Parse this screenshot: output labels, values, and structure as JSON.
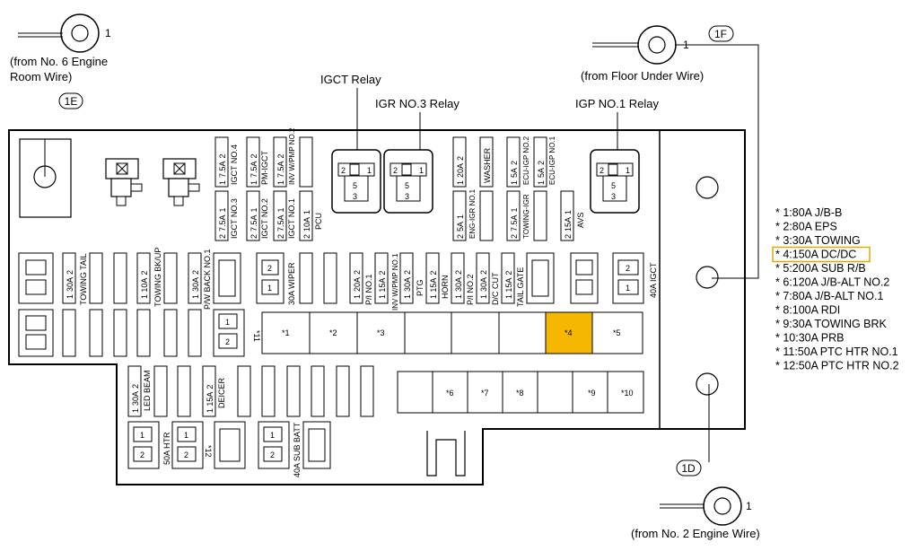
{
  "terminals": {
    "t1e": {
      "num": "1",
      "label_l1": "(from No. 6 Engine",
      "label_l2": "Room Wire)",
      "tag": "1E"
    },
    "t1f": {
      "num": "1",
      "label": "(from Floor Under Wire)",
      "tag": "1F"
    },
    "t1d": {
      "num": "1",
      "label": "(from No. 2 Engine Wire)",
      "tag": "1D"
    }
  },
  "relays": {
    "igct": {
      "title": "IGCT Relay",
      "p1": "1",
      "p2": "2",
      "p3": "3",
      "p5": "5"
    },
    "igr3": {
      "title": "IGR NO.3 Relay",
      "p1": "1",
      "p2": "2",
      "p3": "3",
      "p5": "5"
    },
    "igp1": {
      "title": "IGP NO.1 Relay",
      "p1": "1",
      "p2": "2",
      "p3": "3",
      "p5": "5"
    }
  },
  "fuses": {
    "igct4": "IGCT NO.4",
    "pmigct": "PM-IGCT",
    "invwpmp2": "INV W/PMP NO.2",
    "igct3": "IGCT NO.3",
    "igct2": "IGCT NO.2",
    "igct1": "IGCT NO.1",
    "pcu": "PCU",
    "a7_5": "7.5A",
    "a10": "10A",
    "a5": "5A",
    "a15": "15A",
    "a20": "20A",
    "a30": "30A",
    "washer": "WASHER",
    "engigr1": "ENG-IGR NO.1",
    "ecuigp2": "ECU-IGP NO.2",
    "ecuigp1": "ECU-IGP NO.1",
    "towingigr": "TOWING-IGR",
    "avs": "AVS",
    "towingtail": "TOWING TAIL",
    "towingbkup": "TOWING BK/UP",
    "pwback1": "P/W BACK NO.1",
    "wiper": "30A WIPER",
    "pi1": "P/I NO.1",
    "invwpmp1": "INV W/PMP NO.1",
    "ptg": "PTG",
    "horn": "HORN",
    "pi2": "P/I NO.2",
    "dccut": "D/C CUT",
    "tailgate": "TAIL GATE",
    "igct40": "40A IGCT",
    "ledbeam": "LED BEAM",
    "deicer": "DEICER",
    "htr50": "50A HTR",
    "subbatt": "40A SUB BATT",
    "pin1": "1",
    "pin2": "2"
  },
  "fusible": {
    "s1": "*1",
    "s2": "*2",
    "s3": "*3",
    "s4": "*4",
    "s5": "*5",
    "s6": "*6",
    "s7": "*7",
    "s8": "*8",
    "s9": "*9",
    "s10": "*10",
    "s11": "*11",
    "s12": "*12"
  },
  "legend": [
    "* 1:80A J/B-B",
    "* 2:80A EPS",
    "* 3:30A TOWING",
    "* 4:150A DC/DC",
    "* 5:200A SUB R/B",
    "* 6:120A J/B-ALT NO.2",
    "* 7:80A J/B-ALT NO.1",
    "* 8:100A RDI",
    "* 9:30A TOWING BRK",
    "* 10:30A PRB",
    "* 11:50A PTC HTR NO.1",
    "* 12:50A PTC HTR NO.2"
  ],
  "colors": {
    "highlight": "#f5b700",
    "highlight_border": "#e3a900"
  }
}
